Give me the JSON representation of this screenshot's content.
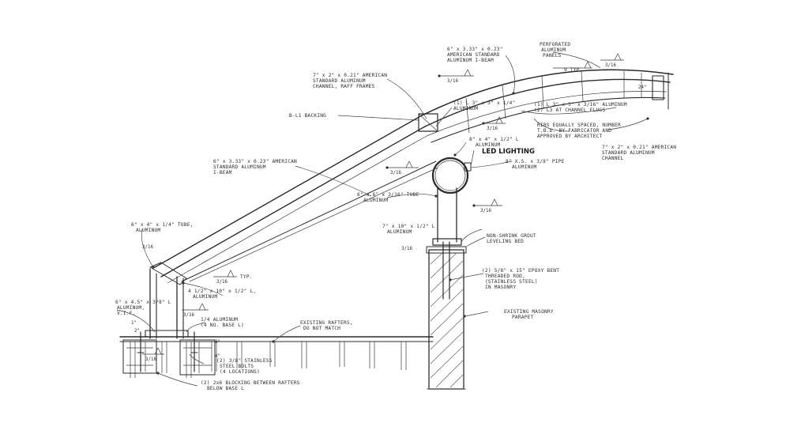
{
  "notes": {
    "perforated_panels": [
      "PERFORATED",
      "ALUMINUM",
      "PANELS"
    ],
    "ibeam_top": [
      "6\" x 3.33\" x 0.23\"",
      "AMERICAN STANDARD",
      "ALUMINUM I-BEAM"
    ],
    "channel_rafter": [
      "7\" x 2\" x 0.21\" AMERICAN",
      "STANDARD ALUMINUM",
      "CHANNEL, RAFF FRAMES"
    ],
    "angle_upper": [
      "(1) L 3\" x 3\" x 1/4\"",
      "ALUMINUM"
    ],
    "angle_channel": [
      "(1) L 3\" x 3\" x 3/16\" ALUMINUM",
      "(2) L3 AT CHANNEL FLUGS"
    ],
    "backing": "B-L1 BACKING",
    "ribs_spacing": [
      "RIBS EQUALLY SPACED, NUMBER",
      "T.B.D. BY FABRICATOR AND",
      "APPROVED BY ARCHITECT"
    ],
    "channel_lower": [
      "7\" x 2\" x 0.21\" AMERICAN",
      "STANDARD ALUMINUM",
      "CHANNEL"
    ],
    "angle_mid": [
      "8\" x 4\" x 1/2\" L",
      "ALUMINUM"
    ],
    "led": "LED LIGHTING",
    "pipe": [
      "8\" X.S. x 3/8\" PIPE",
      "ALUMINUM"
    ],
    "ibeam_diag": [
      "6\" x 3.33\" x 0.23\" AMERICAN",
      "STANDARD ALUMINUM",
      "I-BEAM"
    ],
    "tube_mid": [
      "6\" x 6\" x 3/16\" TUBE",
      "ALUMINUM"
    ],
    "plate_mid": [
      "7\" x 10\" x 1/2\" L",
      "ALUMINUM"
    ],
    "tube_left": [
      "6\" x 4\" x 1/4\" TUBE,",
      "ALUMINUM"
    ],
    "grout": [
      "NON-SHRINK GROUT",
      "LEVELING BED"
    ],
    "plate_left": [
      "4 1/2\" x 10\" x 1/2\" L,",
      "ALUMINUM"
    ],
    "angle_left": [
      "6\" x 4.5\" x 3/8\" L",
      "ALUMINUM,",
      "V.I.F."
    ],
    "epoxy": [
      "(2) 5/8\" x 15\" EPOXY BENT",
      "THREADED ROD,",
      "(STAINLESS STEEL)",
      "IN MASONRY"
    ],
    "masonry": [
      "EXISTING MASONRY",
      "PARAPET"
    ],
    "rafters": [
      "EXISTING RAFTERS,",
      "DO NOT MATCH"
    ],
    "bolts": [
      "(2) 3/8\" STAINLESS",
      "STEEL BOLTS",
      "(4 LOCATIONS)"
    ],
    "blocking": [
      "(2) 2x6 BLOCKING BETWEEN RAFTERS",
      "BELOW BASE L"
    ],
    "dim_small": [
      "1/4 ALUMINUM",
      "(4 NO. BASE L)"
    ],
    "led_pt": "LED",
    "typ": "TYP.",
    "weld_1": "3/16",
    "weld_2": "3/16",
    "weld_3": "3/16",
    "weld_4": "3/16",
    "weld_5": "3/16",
    "weld_6": "3/16",
    "weld_7": "3/16",
    "weld_8": "3/16",
    "weld_9": "3/16",
    "weld_10": "3/16",
    "dim_3": "3\"",
    "dim_4": "4\"",
    "dim_2": "2\"",
    "dim_1": "1\"",
    "dim_24": "24\"",
    "dim_tip": "9 TYP."
  }
}
